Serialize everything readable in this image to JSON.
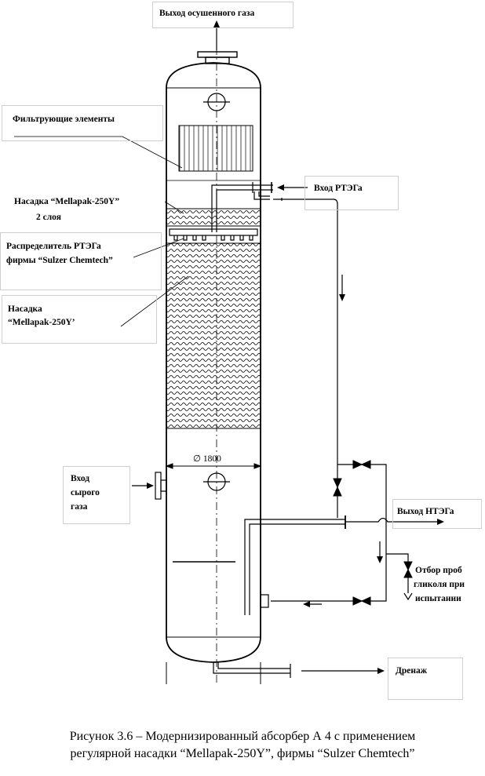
{
  "labels": {
    "outlet_dry_gas": "Выход осушенного газа",
    "filter_elements": "Фильтрующие элементы",
    "packing_top_line1": "Насадка “Mellapak-250Y”",
    "packing_top_line2": "2 слоя",
    "distributor_line1": "Распределитель РТЭГа",
    "distributor_line2": "фирмы “Sulzer Chemtech”",
    "packing_main_line1": "Насадка",
    "packing_main_line2": "“Mellapak-250Y’",
    "inlet_rteg": "Вход РТЭГа",
    "diameter": "∅ 1800",
    "inlet_raw_line1": "Вход",
    "inlet_raw_line2": "сырого",
    "inlet_raw_line3": "газа",
    "outlet_nteg": "Выход НТЭГа",
    "sampling_line1": "Отбор проб",
    "sampling_line2": "гликоля при",
    "sampling_line3": "испытании",
    "drain": "Дренаж"
  },
  "caption": {
    "line1": "Рисунок 3.6 – Модернизированный абсорбер А 4 с применением",
    "line2": "регулярной насадки “Mellapak-250Y”, фирмы “Sulzer Chemtech”"
  },
  "colors": {
    "line": "#000000",
    "box_border": "#cfcfcf"
  }
}
